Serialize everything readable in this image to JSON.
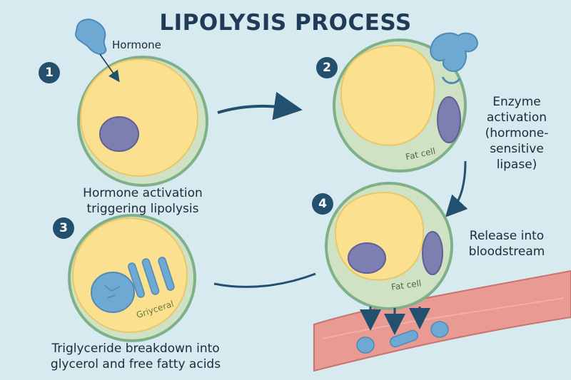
{
  "title": "LIPOLYSIS PROCESS",
  "steps": [
    {
      "number": "1",
      "caption_line1": "Hormone activation",
      "caption_line2": "triggering lipolysis"
    },
    {
      "number": "2",
      "caption_line1": "Enzyme",
      "caption_line2": "activation",
      "caption_line3": "(hormone-",
      "caption_line4": "sensitive",
      "caption_line5": "lipase)"
    },
    {
      "number": "3",
      "caption_line1": "Triglyceride breakdown into",
      "caption_line2": "glycerol and free fatty acids"
    },
    {
      "number": "4",
      "caption_line1": "Release into",
      "caption_line2": "bloodstream"
    }
  ],
  "labels": {
    "hormone": "Hormone",
    "fat_cell_2": "Fat cell",
    "fat_cell_4": "Fat cell",
    "glycerol": "Griyceral"
  },
  "colors": {
    "background": "#d6eaf0",
    "cytoplasm": "#cfe3c4",
    "lipid": "#fbe08f",
    "nucleus": "#7c7fb0",
    "hormone": "#6ea9d3",
    "arrow": "#24506f",
    "vessel": "#e89a93"
  }
}
